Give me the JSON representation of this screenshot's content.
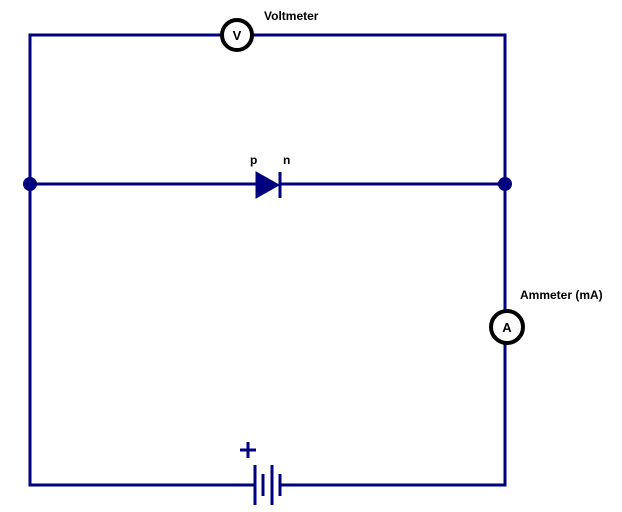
{
  "diagram": {
    "title": "Forward-biased p-n junction diode circuit",
    "wire_color": "#00007f",
    "voltmeter": {
      "symbol": "V",
      "label": "Voltmeter"
    },
    "ammeter": {
      "symbol": "A",
      "label": "Ammeter (mA)"
    },
    "diode": {
      "p_label": "p",
      "n_label": "n"
    },
    "battery": {
      "polarity_label": "+"
    }
  }
}
